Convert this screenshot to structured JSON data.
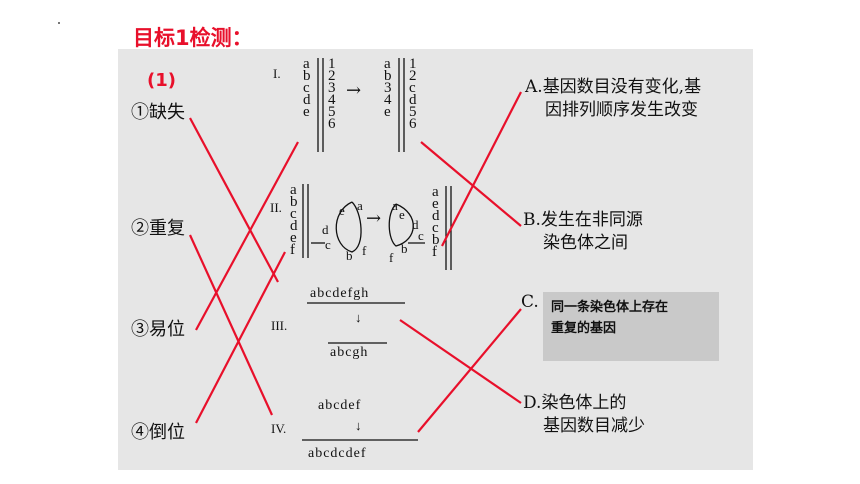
{
  "title": "目标1检测：",
  "question_number": "(1)",
  "items": [
    {
      "id": "deletion",
      "label": "①缺失"
    },
    {
      "id": "duplication",
      "label": "②重复"
    },
    {
      "id": "translocation",
      "label": "③易位"
    },
    {
      "id": "inversion",
      "label": "④倒位"
    }
  ],
  "figures": {
    "I": {
      "roman": "I.",
      "left": [
        "a",
        "b",
        "c",
        "d",
        "e"
      ],
      "left_nums": [
        "1",
        "2",
        "3",
        "4",
        "5",
        "6"
      ],
      "right": [
        "a",
        "b",
        "3",
        "4",
        "e"
      ],
      "right_nums": [
        "1",
        "2",
        "c",
        "d",
        "5",
        "6"
      ],
      "arrow": "→"
    },
    "II": {
      "roman": "II.",
      "left": [
        "a",
        "b",
        "c",
        "d",
        "e",
        "f"
      ],
      "loop_left": {
        "a": "a",
        "e": "e",
        "d": "d",
        "c": "c",
        "b": "b",
        "f": "f"
      },
      "loop_right": {
        "a": "a",
        "e": "e",
        "d": "d",
        "c": "c",
        "b": "b",
        "f": "f"
      },
      "right": [
        "a",
        "e",
        "d",
        "c",
        "b",
        "f"
      ],
      "arrow": "→"
    },
    "III": {
      "roman": "III.",
      "top": "abcdefgh",
      "bottom": "abcgh",
      "arrow": "↓"
    },
    "IV": {
      "roman": "IV.",
      "top": "abcdef",
      "bottom": "abcdcdef",
      "arrow": "↓"
    }
  },
  "options": [
    {
      "letter": "A.",
      "text_line1": "基因数目没有变化,基",
      "text_line2": "因排列顺序发生改变"
    },
    {
      "letter": "B.",
      "text_line1": "发生在非同源",
      "text_line2": "染色体之间"
    },
    {
      "letter": "C.",
      "text_line1": "同一条染色体上存在",
      "text_line2": "重复的基因"
    },
    {
      "letter": "D.",
      "text_line1": "染色体上的",
      "text_line2": "基因数目减少"
    }
  ],
  "colors": {
    "accent": "#e8102b",
    "panel": "#e6e6e6",
    "answer_box": "#c9c9c9"
  }
}
